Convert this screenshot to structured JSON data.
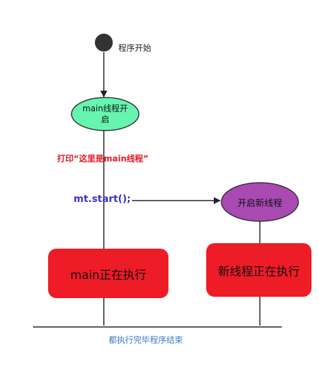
{
  "nodes": {
    "start_label": "程序开始",
    "main_open": "main线程开启",
    "print_annotation": "打印“这里是main线程”",
    "start_call": "mt.start();",
    "new_thread_open": "开启新线程",
    "main_running": "main正在执行",
    "new_thread_running": "新线程正在执行",
    "end_label": "都执行完毕程序结束"
  },
  "colors": {
    "start_node": "#333333",
    "main_open_fill": "#66f5b0",
    "new_thread_open_fill": "#a94ab3",
    "running_box_fill": "#ee1c26",
    "print_text": "#e31b23",
    "call_text": "#3a34c8",
    "end_text": "#3b7cc2",
    "line": "#222222"
  }
}
